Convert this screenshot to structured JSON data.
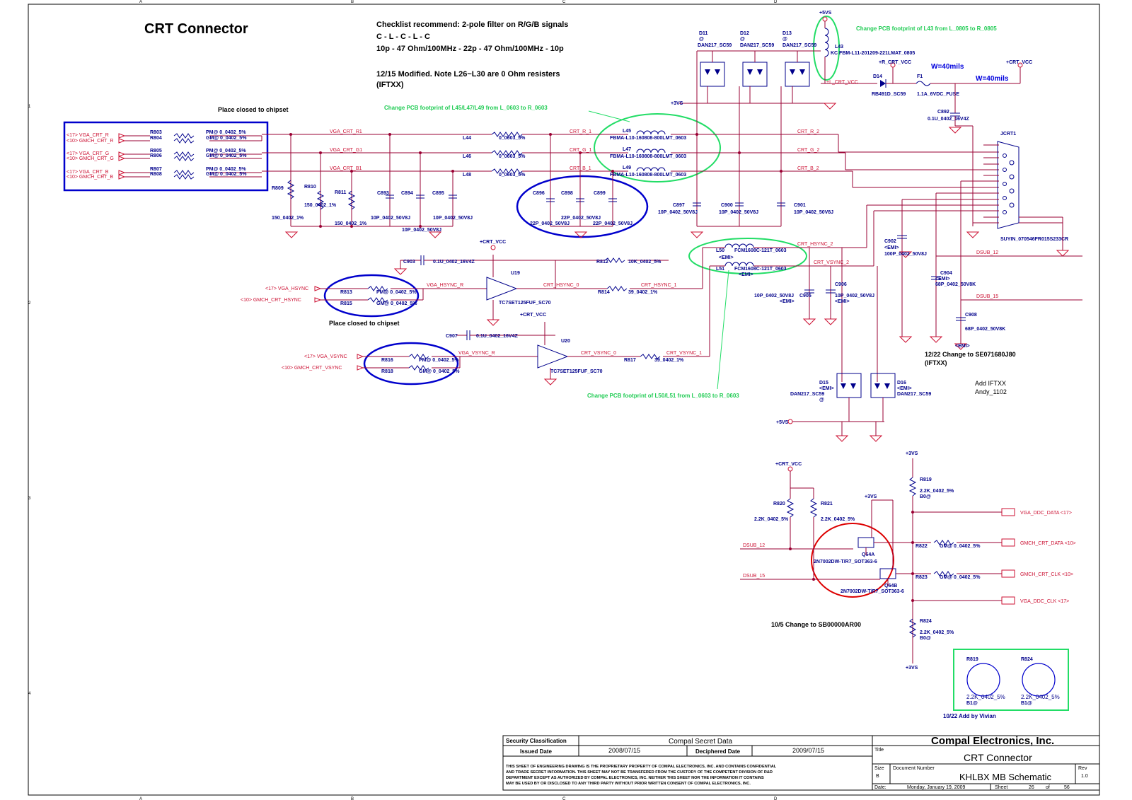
{
  "title": "CRT Connector",
  "notes": {
    "checklist_1": "Checklist recommend: 2-pole filter on R/G/B signals",
    "checklist_2": "C - L - C - L - C",
    "checklist_3": "10p - 47 Ohm/100MHz - 22p - 47 Ohm/100MHz - 10p",
    "modified_1": "12/15 Modified. Note L26~L30 are 0 Ohm resisters",
    "modified_2": "(IFTXX)",
    "place_chipset_1": "Place closed to chipset",
    "place_chipset_2": "Place closed to chipset",
    "change_l43": "Change PCB footprint of L43 from L_0805 to R_0805",
    "change_l45": "Change PCB footprint of L45/L47/L49 from L_0603 to R_0603",
    "change_l50": "Change PCB footprint of L50/L51 from L_0603 to R_0603",
    "change_se": "12/22 Change to SE071680J80",
    "change_se_2": "(IFTXX)",
    "add_iftxx": "Add IFTXX",
    "add_andy": "Andy_1102",
    "change_sb": "10/5 Change to SB00000AR00",
    "add_vivian": "10/22 Add by Vivian",
    "w40_1": "W=40mils",
    "w40_2": "W=40mils"
  },
  "ports": {
    "vga_crt_r": "<17> VGA_CRT_R",
    "gmch_crt_r": "<10> GMCH_CRT_R",
    "vga_crt_g": "<17> VGA_CRT_G",
    "gmch_crt_g": "<10> GMCH_CRT_G",
    "vga_crt_b": "<17> VGA_CRT_B",
    "gmch_crt_b": "<10> GMCH_CRT_B",
    "vga_hsync": "<17> VGA_HSYNC",
    "gmch_hsync": "<10> GMCH_CRT_HSYNC",
    "vga_vsync": "<17> VGA_VSYNC",
    "gmch_vsync": "<10> GMCH_CRT_VSYNC",
    "vga_ddc_data": "VGA_DDC_DATA <17>",
    "gmch_ddc_data": "GMCH_CRT_DATA <10>",
    "gmch_ddc_clk": "GMCH_CRT_CLK <10>",
    "vga_ddc_clk": "VGA_DDC_CLK <17>"
  },
  "nets": {
    "vga_crt_r1": "VGA_CRT_R1",
    "vga_crt_g1": "VGA_CRT_G1",
    "vga_crt_b1": "VGA_CRT_B1",
    "crt_r1": "CRT_R_1",
    "crt_g1": "CRT_G_1",
    "crt_b1": "CRT_B_1",
    "crt_r2": "CRT_R_2",
    "crt_g2": "CRT_G_2",
    "crt_b2": "CRT_B_2",
    "vga_hsync_r": "VGA_HSYNC_R",
    "vga_vsync_r": "VGA_VSYNC_R",
    "crt_hsync0": "CRT_HSYNC_0",
    "crt_hsync1": "CRT_HSYNC_1",
    "crt_hsync2": "CRT_HSYNC_2",
    "crt_vsync0": "CRT_VSYNC_0",
    "crt_vsync1": "CRT_VSYNC_1",
    "crt_vsync2": "CRT_VSYNC_2",
    "dsub12": "DSUB_12",
    "dsub15": "DSUB_15",
    "l_crt_vcc": "+L_CRT_VCC",
    "r_crt_vcc": "+R_CRT_VCC",
    "crt_vcc": "+CRT_VCC",
    "p5vs": "+5VS",
    "p3vs": "+3VS"
  },
  "components": {
    "r803": "R803",
    "r803_v": "PM@  0_0402_5%",
    "r804": "R804",
    "r804_v": "GM@  0_0402_5%",
    "r805": "R805",
    "r805_v": "PM@  0_0402_5%",
    "r806": "R806",
    "r806_v": "GM@  0_0402_5%",
    "r807": "R807",
    "r807_v": "PM@  0_0402_5%",
    "r808": "R808",
    "r808_v": "GM@  0_0402_5%",
    "r809": "R809",
    "r809_v": "150_0402_1%",
    "r810": "R810",
    "r810_v": "150_0402_1%",
    "r811": "R811",
    "r811_v": "150_0402_1%",
    "c893": "C893",
    "c894": "C894",
    "c895": "C895",
    "c_10p": "10P_0402_50V8J",
    "c896": "C896",
    "c898": "C898",
    "c899": "C899",
    "c_22p": "22P_0402_50V8J",
    "l44": "L44",
    "l46": "L46",
    "l48": "L48",
    "l_0603": "0_0603_5%",
    "l45": "L45",
    "l47": "L47",
    "l49": "L49",
    "l_fbma": "FBMA-L10-160808-800LMT_0603",
    "c897": "C897",
    "c900": "C900",
    "c901": "C901",
    "d11": "D11",
    "d12": "D12",
    "d13": "D13",
    "dan": "DAN217_SC59",
    "at": "@",
    "l43": "L43",
    "l43_v": "KC FBM-L11-201209-221LMAT_0805",
    "d14": "D14",
    "d14_v": "RB491D_SC59",
    "f1": "F1",
    "f1_v": "1.1A_6VDC_FUSE",
    "c892": "C892",
    "c892_v": "0.1U_0402_16V4Z",
    "jcrt1": "JCRT1",
    "jcrt1_v": "SUYIN_070546FR015S233CR",
    "c903": "C903",
    "c903_v": "0.1U_0402_16V4Z",
    "u19": "U19",
    "u20": "U20",
    "tc7": "TC7SET125FUF_SC70",
    "r812": "R812",
    "r812_v": "10K_0402_5%",
    "r813": "R813",
    "r813_v": "PM@  0_0402_5%",
    "r815": "R815",
    "r815_v": "GM@  0_0402_5%",
    "r814": "R814",
    "r814_v": "39_0402_1%",
    "c907": "C907",
    "c907_v": "0.1U_0402_16V4Z",
    "r816": "R816",
    "r816_v": "PM@  0_0402_5%",
    "r818": "R818",
    "r818_v": "GM@  0_0402_5%",
    "r817": "R817",
    "r817_v": "39_0402_1%",
    "l50": "L50",
    "l51": "L51",
    "l50_v": "FCM1608C-121T_0603",
    "emi": "<EMI>",
    "c905": "C905",
    "c906": "C906",
    "c902": "C902",
    "c902_v": "100P_0402_50V8J",
    "c904": "C904",
    "c904_v": "68P_0402_50V8K",
    "c908": "C908",
    "c908_v": "68P_0402_50V8K",
    "d15": "D15",
    "d16": "D16",
    "r819": "R819",
    "r820": "R820",
    "r821": "R821",
    "r824": "R824",
    "r_2k2": "2.2K_0402_5%",
    "b0": "B0@",
    "b1": "B1@",
    "r822": "R822",
    "r823": "R823",
    "r_gm0": "GM@  0_0402_5%",
    "q64a": "Q64A",
    "q64b": "Q64B",
    "q64_v": "2N7002DW-T/R7_SOT363-6"
  },
  "title_block": {
    "security_label": "Security Classification",
    "security_value": "Compal Secret Data",
    "issued_label": "Issued Date",
    "issued_value": "2008/07/15",
    "deciphered_label": "Deciphered Date",
    "deciphered_value": "2009/07/15",
    "company": "Compal Electronics, Inc.",
    "title_label": "Title",
    "title_value": "CRT Connector",
    "size_label": "Size",
    "size_value": "B",
    "docnum_label": "Document Number",
    "docnum_value": "KHLBX MB Schematic",
    "rev_label": "Rev",
    "rev_value": "1.0",
    "date_label": "Date:",
    "date_value": "Monday, January 19, 2009",
    "sheet_label": "Sheet",
    "sheet_value": "26",
    "of_label": "of",
    "of_value": "56",
    "disclaimer_1": "THIS SHEET OF ENGINEERING DRAWING IS THE PROPRIETARY PROPERTY OF COMPAL ELECTRONICS, INC. AND CONTAINS CONFIDENTIAL",
    "disclaimer_2": "AND TRADE SECRET INFORMATION. THIS SHEET MAY NOT BE TRANSFERED FROM THE CUSTODY OF THE COMPETENT DIVISION OF R&D",
    "disclaimer_3": "DEPARTMENT EXCEPT AS AUTHORIZED BY COMPAL ELECTRONICS, INC. NEITHER THIS SHEET NOR THE INFORMATION IT CONTAINS",
    "disclaimer_4": "MAY BE USED BY OR DISCLOSED TO ANY THIRD PARTY WITHOUT PRIOR WRITTEN CONSENT OF COMPAL ELECTRONICS, INC."
  },
  "grid": {
    "col_a": "A",
    "col_b": "B",
    "col_c": "C",
    "col_d": "D",
    "row_1": "1",
    "row_2": "2",
    "row_3": "3",
    "row_4": "4"
  }
}
